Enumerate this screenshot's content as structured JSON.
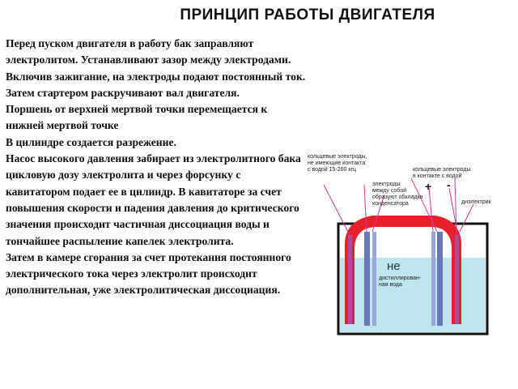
{
  "title": "ПРИНЦИП РАБОТЫ ДВИГАТЕЛЯ",
  "paragraphs": [
    "Перед пуском двигателя в работу бак заправляют электролитом. Устанавливают зазор между электродами. Включив зажигание, на электроды подают постоянный ток. Затем стартером раскручивают вал двигателя.",
    "Поршень от верхней мертвой точки перемещается к нижней мертвой точке",
    "В цилиндре создается разрежение.",
    "Насос высокого давления забирает из электролитного бака цикловую дозу электролита и через форсунку с кавитатором подает ее в цилиндр. В кавитаторе за счет повышения скорости и падения давления до критического значения происходит частичная диссоциация воды и тончайшее распыление капелек электролита.",
    "Затем в камере сгорания за счет протекания постоянного электрического тока через электролит происходит дополнительная, уже электролитическая диссоциация."
  ],
  "diagram": {
    "label_left": "кольцевые электроды,\nне имеющие контакта\nс водой  15-260 кгц",
    "label_right": "кольцевые электроды\nв контакте с водой",
    "label_middle": "электроды\nмежду собой\nобразуют обкладки\nконденсатора",
    "label_dielectric": "диэлектрик",
    "sign_plus": "+",
    "sign_minus": "-",
    "label_ne": "не",
    "label_water": "дистиллирован-\nная вода",
    "colors": {
      "electrode": "#e8202a",
      "water": "#bfe6ee",
      "inner_electrode": "#6a78b8",
      "wire": "#d33a8a"
    }
  }
}
